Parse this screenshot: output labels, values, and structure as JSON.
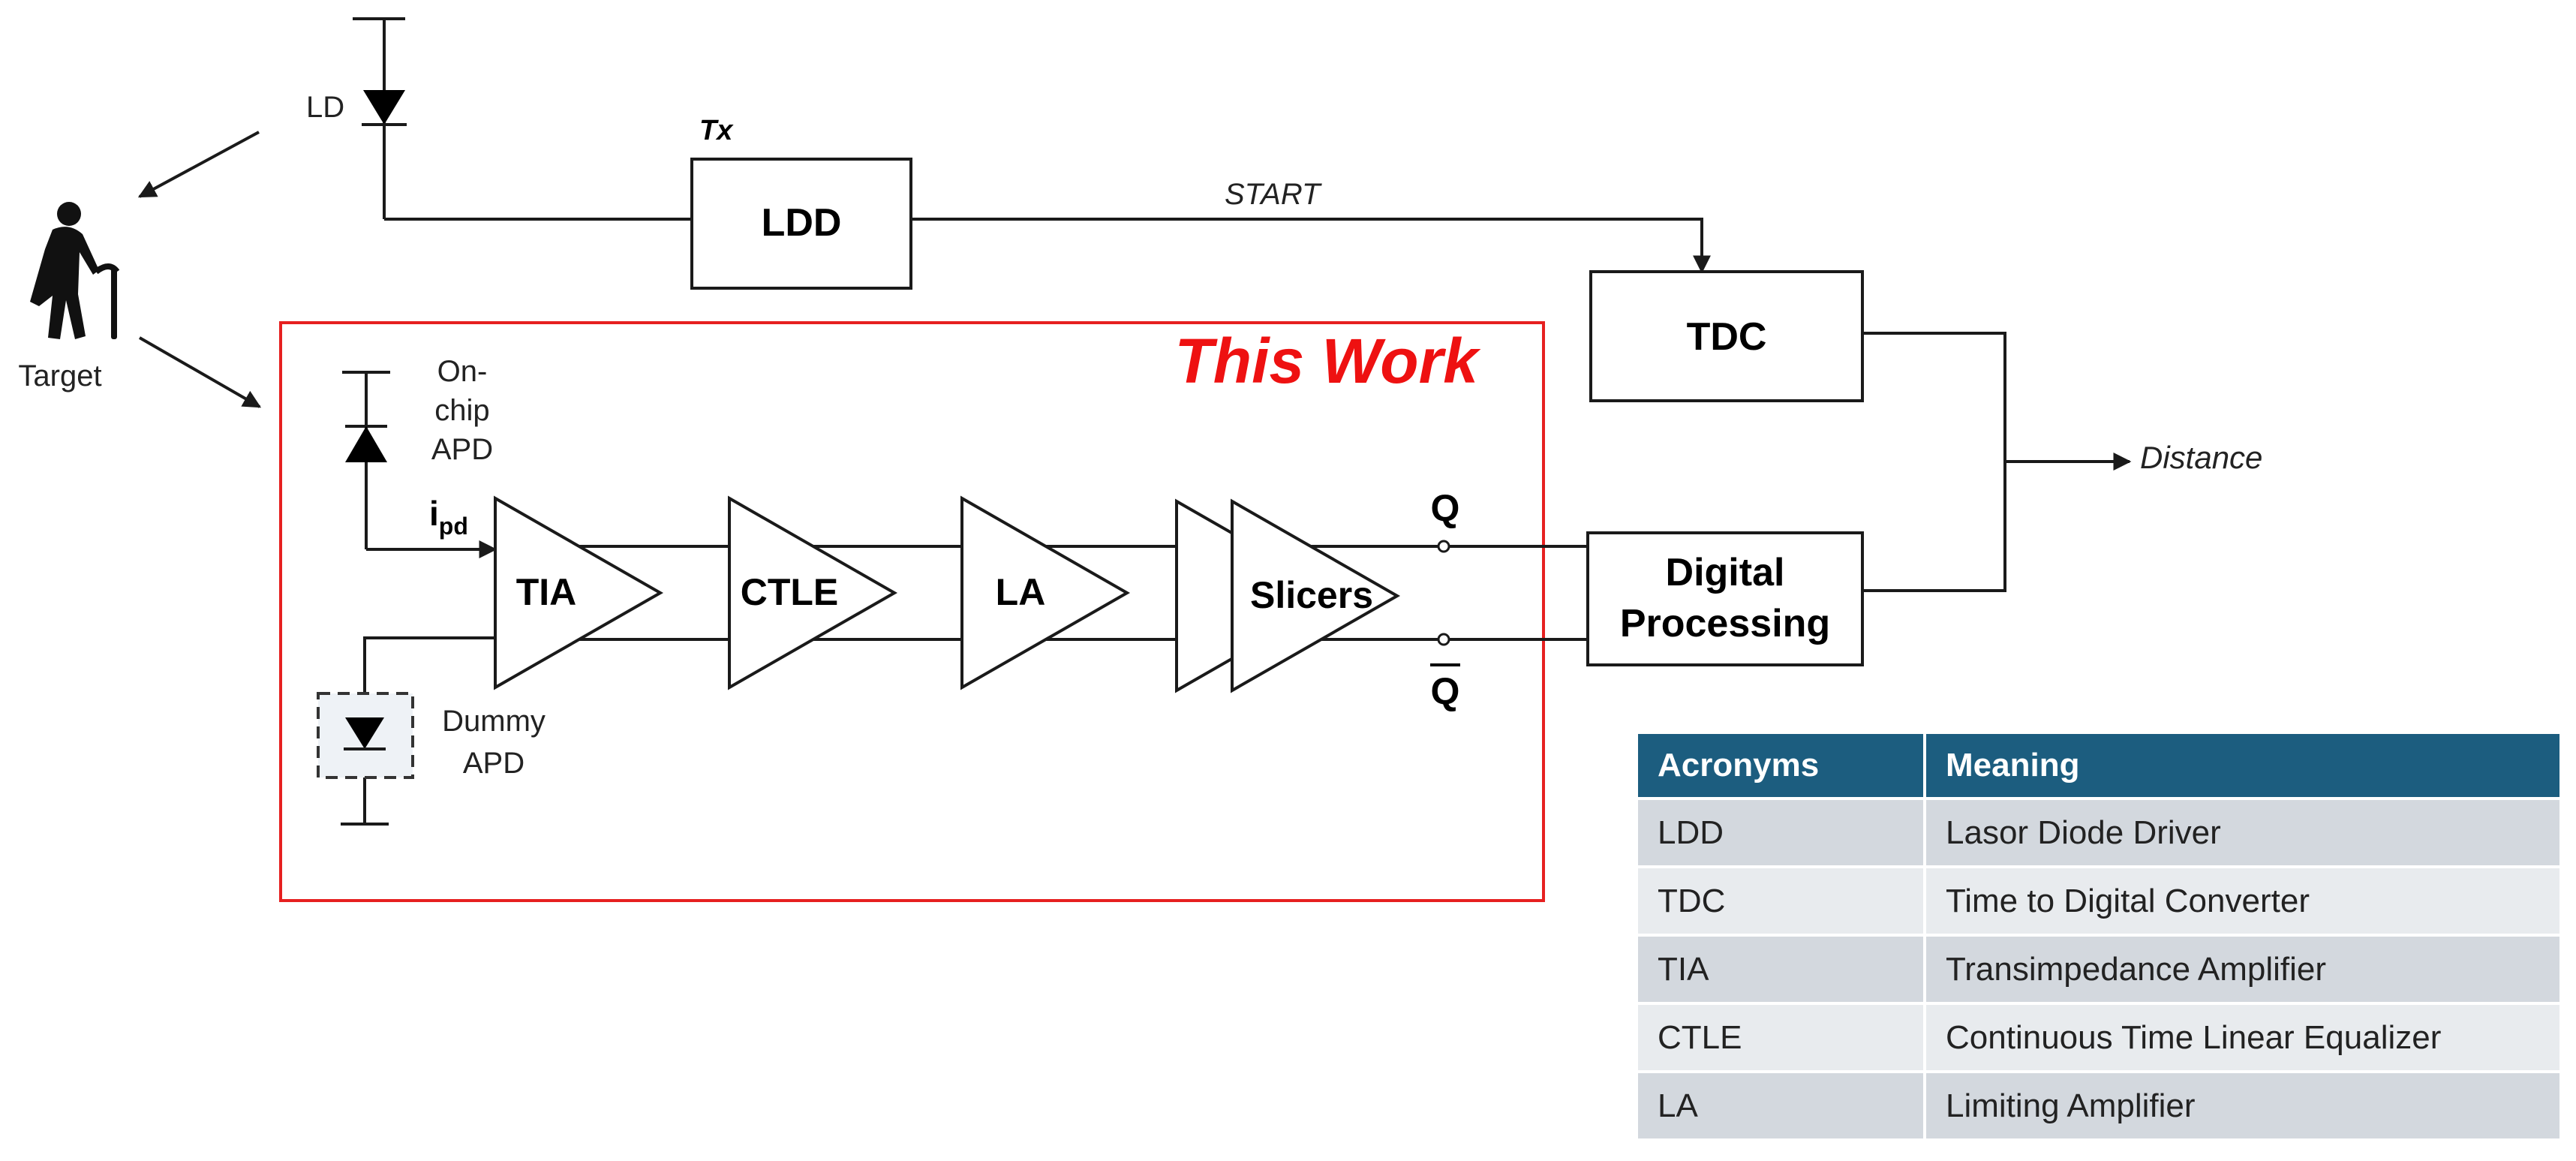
{
  "diagram": {
    "ld_label": "LD",
    "tx_label": "Tx",
    "ldd_label": "LDD",
    "start_label": "START",
    "tdc_label": "TDC",
    "distance_label": "Distance",
    "target_label": "Target",
    "this_work_label": "This Work",
    "onchip_apd_lines": [
      "On-",
      "chip",
      "APD"
    ],
    "ipd_main": "i",
    "ipd_sub": "pd",
    "tia_label": "TIA",
    "ctle_label": "CTLE",
    "la_label": "LA",
    "slicers_label": "Slicers",
    "q_label": "Q",
    "qbar_label": "Q",
    "dummy_apd_lines": [
      "Dummy",
      "APD"
    ],
    "digital_processing_lines": [
      "Digital",
      "Processing"
    ],
    "colors": {
      "this_work": "#ee1111",
      "frame": "#e62020",
      "table_header": "#1c5d7f"
    }
  },
  "acronym_table": {
    "headers": [
      "Acronyms",
      "Meaning"
    ],
    "rows": [
      [
        "LDD",
        "Lasor Diode Driver"
      ],
      [
        "TDC",
        "Time to Digital Converter"
      ],
      [
        "TIA",
        "Transimpedance Amplifier"
      ],
      [
        "CTLE",
        "Continuous Time Linear Equalizer"
      ],
      [
        "LA",
        "Limiting Amplifier"
      ]
    ]
  }
}
